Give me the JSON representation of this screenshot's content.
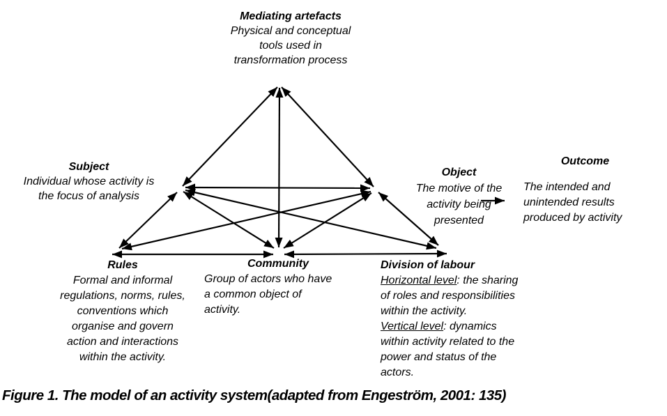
{
  "figure": {
    "caption": "Figure 1. The model of an activity system(adapted from Engeström, 2001: 135)"
  },
  "colors": {
    "ink": "#000000",
    "background": "#ffffff"
  },
  "nodes": {
    "mediating": {
      "title": "Mediating artefacts",
      "description": "Physical and conceptual\ntools used in\ntransformation process"
    },
    "subject": {
      "title": "Subject",
      "description": "Individual whose activity is\nthe focus of analysis"
    },
    "object": {
      "title": "Object",
      "description": "The motive of the\nactivity being\npresented"
    },
    "outcome": {
      "title": "Outcome",
      "description": "The intended and\nunintended results\nproduced by activity"
    },
    "rules": {
      "title": "Rules",
      "description": "Formal and informal\nregulations, norms, rules,\nconventions which\norganise and govern\naction and interactions\nwithin the activity."
    },
    "community": {
      "title": "Community",
      "description": "Group of actors who have\na common object of\nactivity."
    },
    "division_of_labour": {
      "title": "Division of labour",
      "horizontal_label": "Horizontal level",
      "horizontal_text": ": the sharing\nof roles and responsibilities\nwithin the activity.",
      "vertical_label": "Vertical level",
      "vertical_text": ": dynamics\nwithin activity related to the\npower and status of the\nactors."
    }
  }
}
